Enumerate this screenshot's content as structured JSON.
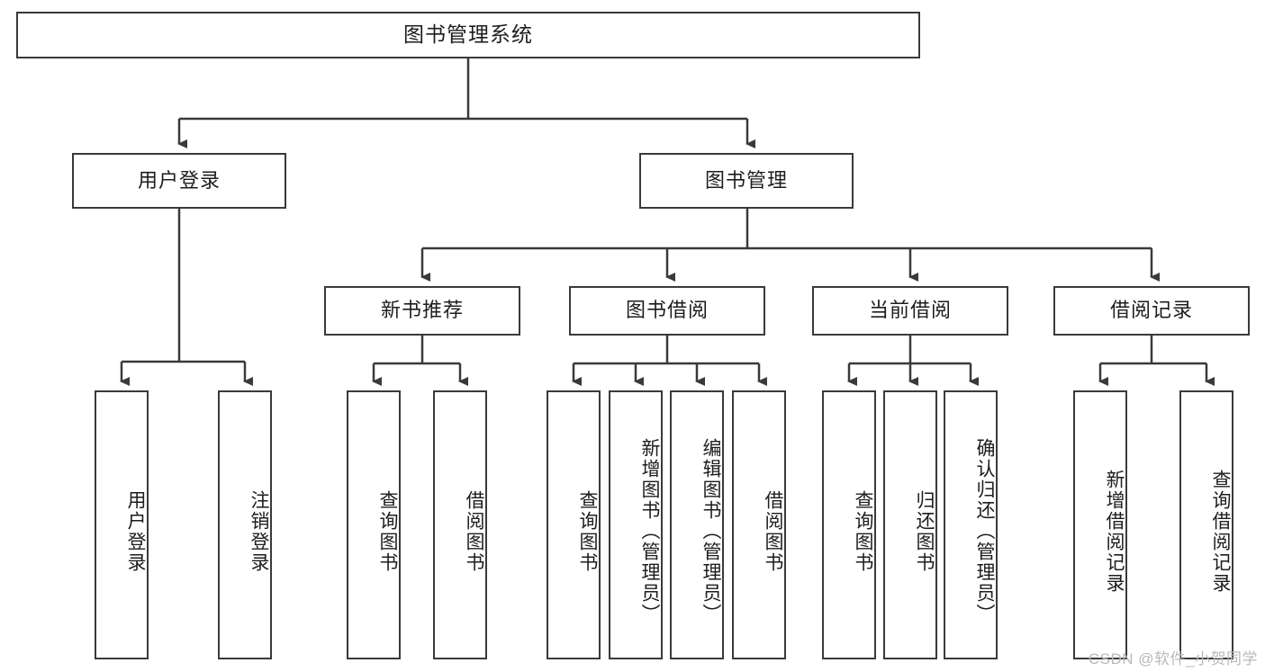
{
  "diagram": {
    "title": "图书管理系统",
    "watermark": "CSDN @软件_小贺同学",
    "stroke_color": "#3a3a3a",
    "background_color": "#ffffff",
    "text_color": "#1d1d1d",
    "root": {
      "label": "图书管理系统"
    },
    "level2": [
      {
        "label": "用户登录"
      },
      {
        "label": "图书管理"
      }
    ],
    "level3": [
      {
        "label": "新书推荐"
      },
      {
        "label": "图书借阅"
      },
      {
        "label": "当前借阅"
      },
      {
        "label": "借阅记录"
      }
    ],
    "leaves": {
      "user_login": [
        {
          "label": "用户登录"
        },
        {
          "label": "注销登录"
        }
      ],
      "new_book_recommend": [
        {
          "label": "查询图书"
        },
        {
          "label": "借阅图书"
        }
      ],
      "book_borrow": [
        {
          "label": "查询图书"
        },
        {
          "label": "新增图书（管理员）"
        },
        {
          "label": "编辑图书（管理员）"
        },
        {
          "label": "借阅图书"
        }
      ],
      "current_borrow": [
        {
          "label": "查询图书"
        },
        {
          "label": "归还图书"
        },
        {
          "label": "确认归还（管理员）"
        }
      ],
      "borrow_record": [
        {
          "label": "新增借阅记录"
        },
        {
          "label": "查询借阅记录"
        }
      ]
    }
  }
}
